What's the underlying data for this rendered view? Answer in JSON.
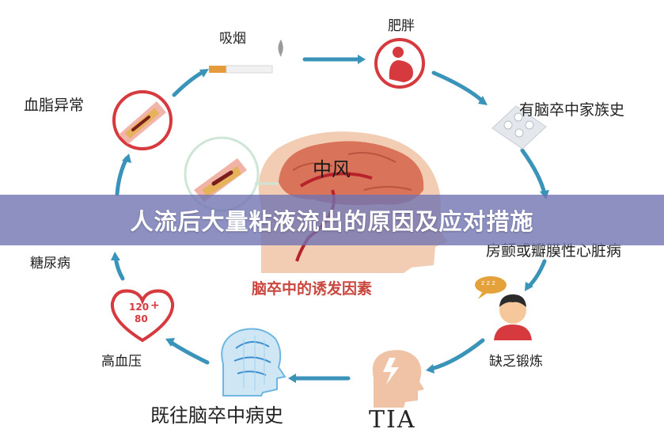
{
  "banner": {
    "title": "人流后大量粘液流出的原因及应对措施"
  },
  "diagram": {
    "center_label": "中风",
    "caption": "脑卒中的诱发因素",
    "factors": {
      "smoking": "吸烟",
      "obesity": "肥胖",
      "family_history": "有脑卒中家族史",
      "heart_disease": "房颤或瓣膜性心脏病",
      "lack_exercise": "缺乏锻炼",
      "tia": "TIA",
      "stroke_history": "既往脑卒中病史",
      "hypertension": "高血压",
      "diabetes": "糖尿病",
      "dyslipidemia": "血脂异常"
    },
    "bp_reading": {
      "systolic": "120",
      "diastolic": "80",
      "plus": "+"
    },
    "speech_dots": "z z z"
  },
  "colors": {
    "ring": "#3a93b8",
    "icon_red": "#d63a3e",
    "banner": "#7074b2",
    "caption": "#c9473f"
  }
}
